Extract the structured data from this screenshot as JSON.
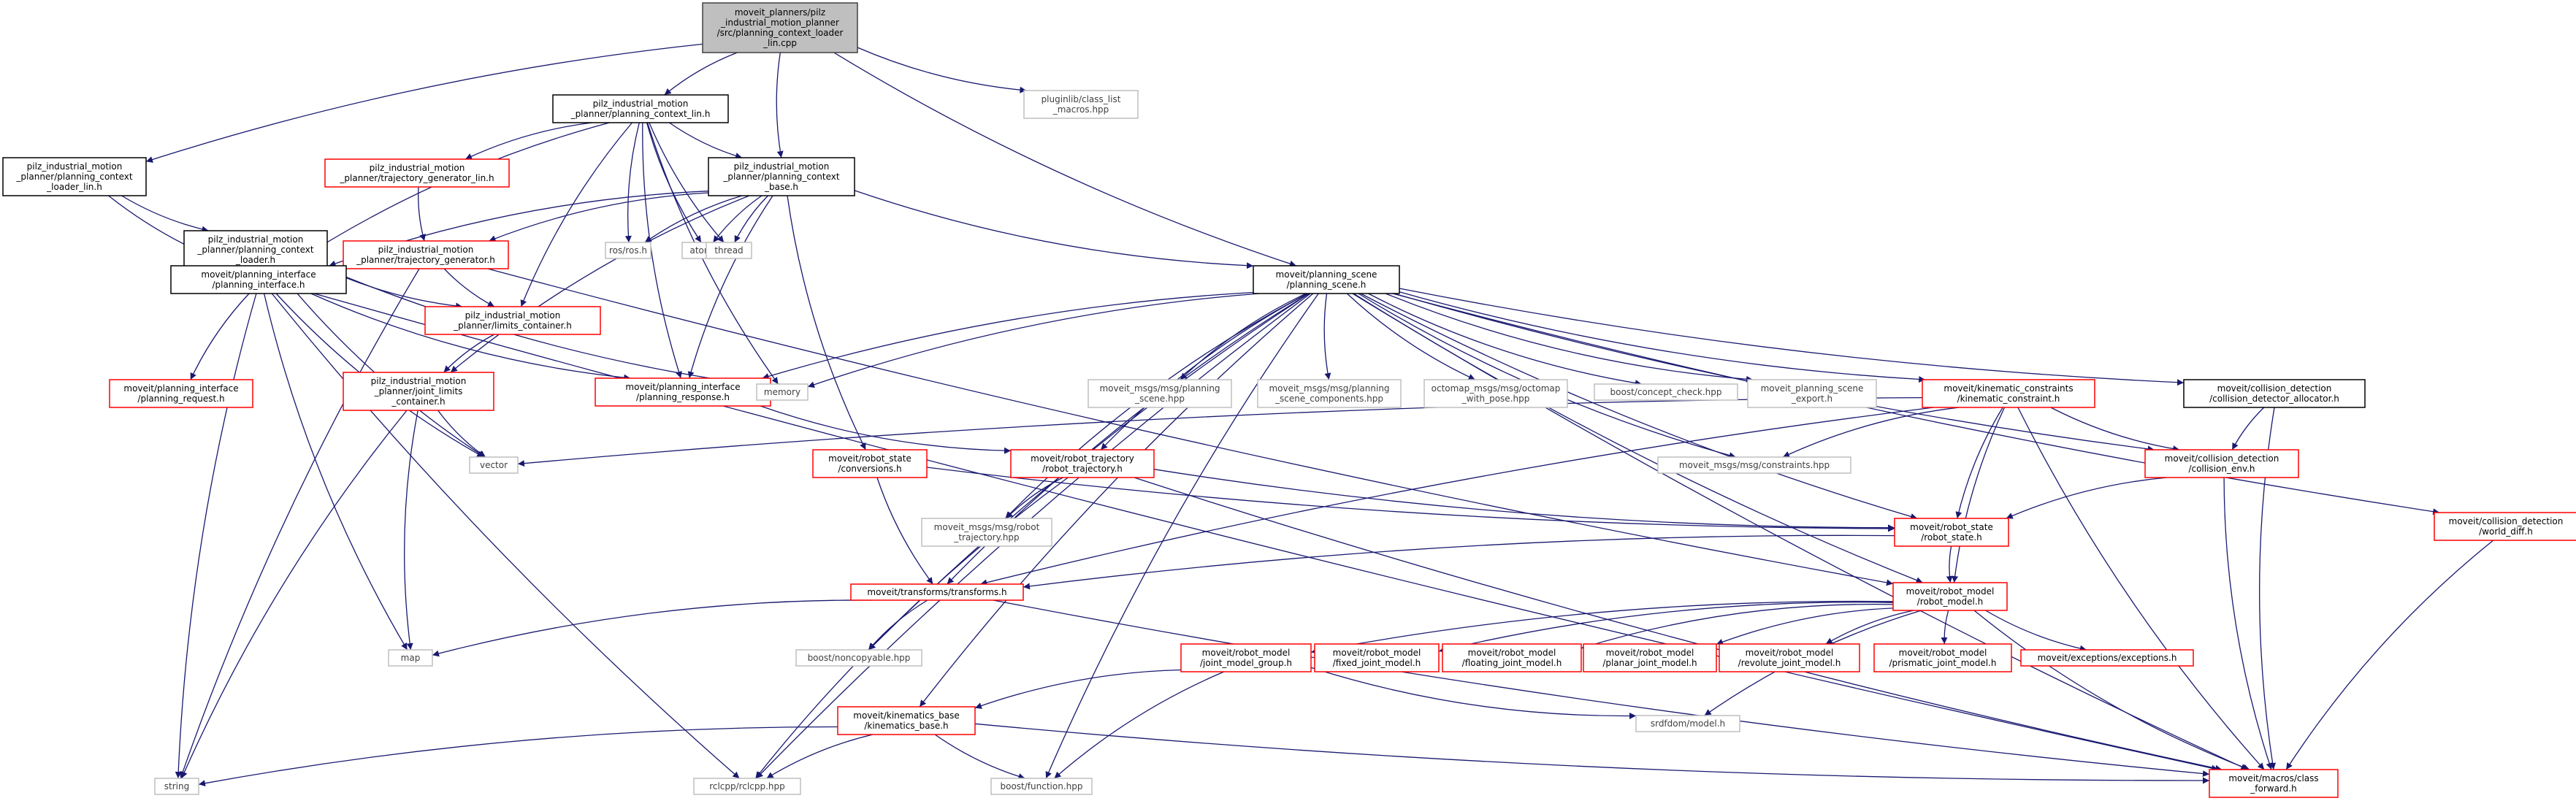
{
  "colors": {
    "edge": "#191970",
    "focus_fill": "#bfbfbf",
    "documented_border": "#000000",
    "truncated_border": "#ff0000",
    "external_border": "#bfbfbf",
    "documented_text": "#000000",
    "external_text": "#404040"
  },
  "graph": {
    "nodes": [
      {
        "id": "root",
        "kind": "focus",
        "lines": [
          "moveit_planners/pilz",
          "_industrial_motion_planner",
          "/src/planning_context_loader",
          "_lin.cpp"
        ]
      },
      {
        "id": "pcl_h",
        "kind": "doc",
        "lines": [
          "pilz_industrial_motion",
          "_planner/planning_context_lin.h"
        ]
      },
      {
        "id": "classlist",
        "kind": "ext",
        "lines": [
          "pluginlib/class_list",
          "_macros.hpp"
        ]
      },
      {
        "id": "pcll_h",
        "kind": "doc",
        "lines": [
          "pilz_industrial_motion",
          "_planner/planning_context",
          "_loader_lin.h"
        ]
      },
      {
        "id": "pcb_h",
        "kind": "doc",
        "lines": [
          "pilz_industrial_motion",
          "_planner/planning_context",
          "_base.h"
        ]
      },
      {
        "id": "tgl_h",
        "kind": "trunc",
        "lines": [
          "pilz_industrial_motion",
          "_planner/trajectory_generator_lin.h"
        ]
      },
      {
        "id": "pcload_h",
        "kind": "doc",
        "lines": [
          "pilz_industrial_motion",
          "_planner/planning_context",
          "_loader.h"
        ]
      },
      {
        "id": "tg_h",
        "kind": "trunc",
        "lines": [
          "pilz_industrial_motion",
          "_planner/trajectory_generator.h"
        ]
      },
      {
        "id": "rosh",
        "kind": "ext",
        "lines": [
          "ros/ros.h"
        ]
      },
      {
        "id": "atomic",
        "kind": "ext",
        "lines": [
          "atomic"
        ]
      },
      {
        "id": "thread",
        "kind": "ext",
        "lines": [
          "thread"
        ]
      },
      {
        "id": "pi_h",
        "kind": "doc",
        "lines": [
          "moveit/planning_interface",
          "/planning_interface.h"
        ]
      },
      {
        "id": "lc_h",
        "kind": "trunc",
        "lines": [
          "pilz_industrial_motion",
          "_planner/limits_container.h"
        ]
      },
      {
        "id": "ps_h",
        "kind": "doc",
        "lines": [
          "moveit/planning_scene",
          "/planning_scene.h"
        ]
      },
      {
        "id": "preq_h",
        "kind": "trunc",
        "lines": [
          "moveit/planning_interface",
          "/planning_request.h"
        ]
      },
      {
        "id": "jl_h",
        "kind": "trunc",
        "lines": [
          "pilz_industrial_motion",
          "_planner/joint_limits",
          "_container.h"
        ]
      },
      {
        "id": "presp_h",
        "kind": "trunc",
        "lines": [
          "moveit/planning_interface",
          "/planning_response.h"
        ]
      },
      {
        "id": "memory",
        "kind": "ext",
        "lines": [
          "memory"
        ]
      },
      {
        "id": "mps_hpp",
        "kind": "ext",
        "lines": [
          "moveit_msgs/msg/planning",
          "_scene.hpp"
        ]
      },
      {
        "id": "mpsc_hpp",
        "kind": "ext",
        "lines": [
          "moveit_msgs/msg/planning",
          "_scene_components.hpp"
        ]
      },
      {
        "id": "octomap_hpp",
        "kind": "ext",
        "lines": [
          "octomap_msgs/msg/octomap",
          "_with_pose.hpp"
        ]
      },
      {
        "id": "boostcc",
        "kind": "ext",
        "lines": [
          "boost/concept_check.hpp"
        ]
      },
      {
        "id": "pse_h",
        "kind": "ext",
        "lines": [
          "moveit_planning_scene",
          "_export.h"
        ]
      },
      {
        "id": "kc_h",
        "kind": "trunc",
        "lines": [
          "moveit/kinematic_constraints",
          "/kinematic_constraint.h"
        ]
      },
      {
        "id": "cda_h",
        "kind": "doc",
        "lines": [
          "moveit/collision_detection",
          "/collision_detector_allocator.h"
        ]
      },
      {
        "id": "rsconv_h",
        "kind": "trunc",
        "lines": [
          "moveit/robot_state",
          "/conversions.h"
        ]
      },
      {
        "id": "rt_h",
        "kind": "trunc",
        "lines": [
          "moveit/robot_trajectory",
          "/robot_trajectory.h"
        ]
      },
      {
        "id": "vector",
        "kind": "ext",
        "lines": [
          "vector"
        ]
      },
      {
        "id": "constraints_hpp",
        "kind": "ext",
        "lines": [
          "moveit_msgs/msg/constraints.hpp"
        ]
      },
      {
        "id": "ce_h",
        "kind": "trunc",
        "lines": [
          "moveit/collision_detection",
          "/collision_env.h"
        ]
      },
      {
        "id": "wd_h",
        "kind": "trunc",
        "lines": [
          "moveit/collision_detection",
          "/world_diff.h"
        ]
      },
      {
        "id": "mrt_hpp",
        "kind": "ext",
        "lines": [
          "moveit_msgs/msg/robot",
          "_trajectory.hpp"
        ]
      },
      {
        "id": "rs_h",
        "kind": "trunc",
        "lines": [
          "moveit/robot_state",
          "/robot_state.h"
        ]
      },
      {
        "id": "tf_h",
        "kind": "trunc",
        "lines": [
          "moveit/transforms/transforms.h"
        ]
      },
      {
        "id": "rm_h",
        "kind": "trunc",
        "lines": [
          "moveit/robot_model",
          "/robot_model.h"
        ]
      },
      {
        "id": "map",
        "kind": "ext",
        "lines": [
          "map"
        ]
      },
      {
        "id": "boostnc",
        "kind": "ext",
        "lines": [
          "boost/noncopyable.hpp"
        ]
      },
      {
        "id": "jmg_h",
        "kind": "trunc",
        "lines": [
          "moveit/robot_model",
          "/joint_model_group.h"
        ]
      },
      {
        "id": "fixed_h",
        "kind": "trunc",
        "lines": [
          "moveit/robot_model",
          "/fixed_joint_model.h"
        ]
      },
      {
        "id": "floating_h",
        "kind": "trunc",
        "lines": [
          "moveit/robot_model",
          "/floating_joint_model.h"
        ]
      },
      {
        "id": "planar_h",
        "kind": "trunc",
        "lines": [
          "moveit/robot_model",
          "/planar_joint_model.h"
        ]
      },
      {
        "id": "revolute_h",
        "kind": "trunc",
        "lines": [
          "moveit/robot_model",
          "/revolute_joint_model.h"
        ]
      },
      {
        "id": "prismatic_h",
        "kind": "trunc",
        "lines": [
          "moveit/robot_model",
          "/prismatic_joint_model.h"
        ]
      },
      {
        "id": "exc_h",
        "kind": "trunc",
        "lines": [
          "moveit/exceptions/exceptions.h"
        ]
      },
      {
        "id": "kb_h",
        "kind": "trunc",
        "lines": [
          "moveit/kinematics_base",
          "/kinematics_base.h"
        ]
      },
      {
        "id": "srdf_h",
        "kind": "ext",
        "lines": [
          "srdfdom/model.h"
        ]
      },
      {
        "id": "string",
        "kind": "ext",
        "lines": [
          "string"
        ]
      },
      {
        "id": "rclcpp_hpp",
        "kind": "ext",
        "lines": [
          "rclcpp/rclcpp.hpp"
        ]
      },
      {
        "id": "boostfn",
        "kind": "ext",
        "lines": [
          "boost/function.hpp"
        ]
      },
      {
        "id": "cf_h",
        "kind": "trunc",
        "lines": [
          "moveit/macros/class",
          "_forward.h"
        ]
      }
    ],
    "edges": [
      [
        "root",
        "pcl_h"
      ],
      [
        "root",
        "classlist"
      ],
      [
        "root",
        "pcll_h"
      ],
      [
        "root",
        "pcb_h"
      ],
      [
        "root",
        "ps_h"
      ],
      [
        "pcl_h",
        "pcb_h"
      ],
      [
        "pcl_h",
        "tgl_h"
      ],
      [
        "pcl_h",
        "rosh"
      ],
      [
        "pcl_h",
        "atomic"
      ],
      [
        "pcl_h",
        "thread"
      ],
      [
        "pcl_h",
        "pi_h"
      ],
      [
        "pcl_h",
        "lc_h"
      ],
      [
        "pcl_h",
        "memory"
      ],
      [
        "pcl_h",
        "presp_h"
      ],
      [
        "pcll_h",
        "pcload_h"
      ],
      [
        "pcll_h",
        "pi_h"
      ],
      [
        "pcb_h",
        "rosh"
      ],
      [
        "pcb_h",
        "atomic"
      ],
      [
        "pcb_h",
        "thread"
      ],
      [
        "pcb_h",
        "tg_h"
      ],
      [
        "pcb_h",
        "pi_h"
      ],
      [
        "pcb_h",
        "jl_h"
      ],
      [
        "pcb_h",
        "ps_h"
      ],
      [
        "pcb_h",
        "presp_h"
      ],
      [
        "pcb_h",
        "rsconv_h"
      ],
      [
        "tgl_h",
        "tg_h"
      ],
      [
        "pcload_h",
        "pi_h"
      ],
      [
        "pcload_h",
        "lc_h"
      ],
      [
        "pcload_h",
        "memory"
      ],
      [
        "pcload_h",
        "vector"
      ],
      [
        "tg_h",
        "pi_h"
      ],
      [
        "tg_h",
        "lc_h"
      ],
      [
        "tg_h",
        "string"
      ],
      [
        "tg_h",
        "rm_h"
      ],
      [
        "lc_h",
        "jl_h"
      ],
      [
        "pi_h",
        "preq_h"
      ],
      [
        "pi_h",
        "presp_h"
      ],
      [
        "pi_h",
        "string"
      ],
      [
        "pi_h",
        "map"
      ],
      [
        "pi_h",
        "rclcpp_hpp"
      ],
      [
        "pi_h",
        "cf_h"
      ],
      [
        "pi_h",
        "vector"
      ],
      [
        "jl_h",
        "vector"
      ],
      [
        "jl_h",
        "map"
      ],
      [
        "jl_h",
        "string"
      ],
      [
        "presp_h",
        "rt_h"
      ],
      [
        "ps_h",
        "presp_h"
      ],
      [
        "ps_h",
        "memory"
      ],
      [
        "ps_h",
        "mps_hpp"
      ],
      [
        "ps_h",
        "mpsc_hpp"
      ],
      [
        "ps_h",
        "octomap_hpp"
      ],
      [
        "ps_h",
        "boostcc"
      ],
      [
        "ps_h",
        "pse_h"
      ],
      [
        "ps_h",
        "kc_h"
      ],
      [
        "ps_h",
        "cda_h"
      ],
      [
        "ps_h",
        "rt_h"
      ],
      [
        "ps_h",
        "mrt_hpp"
      ],
      [
        "ps_h",
        "boostnc"
      ],
      [
        "ps_h",
        "boostfn"
      ],
      [
        "ps_h",
        "rclcpp_hpp"
      ],
      [
        "ps_h",
        "tf_h"
      ],
      [
        "ps_h",
        "rs_h"
      ],
      [
        "ps_h",
        "rm_h"
      ],
      [
        "ps_h",
        "ce_h"
      ],
      [
        "ps_h",
        "wd_h"
      ],
      [
        "ps_h",
        "cf_h"
      ],
      [
        "ps_h",
        "kb_h"
      ],
      [
        "ps_h",
        "constraints_hpp"
      ],
      [
        "kc_h",
        "constraints_hpp"
      ],
      [
        "kc_h",
        "vector"
      ],
      [
        "kc_h",
        "ce_h"
      ],
      [
        "kc_h",
        "rs_h"
      ],
      [
        "kc_h",
        "rm_h"
      ],
      [
        "kc_h",
        "tf_h"
      ],
      [
        "kc_h",
        "cf_h"
      ],
      [
        "cda_h",
        "ce_h"
      ],
      [
        "cda_h",
        "cf_h"
      ],
      [
        "ce_h",
        "rs_h"
      ],
      [
        "ce_h",
        "cf_h"
      ],
      [
        "rsconv_h",
        "rs_h"
      ],
      [
        "rsconv_h",
        "tf_h"
      ],
      [
        "rt_h",
        "mrt_hpp"
      ],
      [
        "rt_h",
        "rs_h"
      ],
      [
        "rt_h",
        "rclcpp_hpp"
      ],
      [
        "rt_h",
        "cf_h"
      ],
      [
        "rs_h",
        "rm_h"
      ],
      [
        "rs_h",
        "tf_h"
      ],
      [
        "wd_h",
        "cf_h"
      ],
      [
        "tf_h",
        "map"
      ],
      [
        "tf_h",
        "boostnc"
      ],
      [
        "tf_h",
        "cf_h"
      ],
      [
        "rm_h",
        "jmg_h"
      ],
      [
        "rm_h",
        "fixed_h"
      ],
      [
        "rm_h",
        "floating_h"
      ],
      [
        "rm_h",
        "planar_h"
      ],
      [
        "rm_h",
        "revolute_h"
      ],
      [
        "rm_h",
        "prismatic_h"
      ],
      [
        "rm_h",
        "exc_h"
      ],
      [
        "rm_h",
        "srdf_h"
      ],
      [
        "rm_h",
        "cf_h"
      ],
      [
        "jmg_h",
        "kb_h"
      ],
      [
        "jmg_h",
        "srdf_h"
      ],
      [
        "jmg_h",
        "boostfn"
      ],
      [
        "kb_h",
        "string"
      ],
      [
        "kb_h",
        "rclcpp_hpp"
      ],
      [
        "kb_h",
        "boostfn"
      ],
      [
        "kb_h",
        "cf_h"
      ]
    ]
  }
}
